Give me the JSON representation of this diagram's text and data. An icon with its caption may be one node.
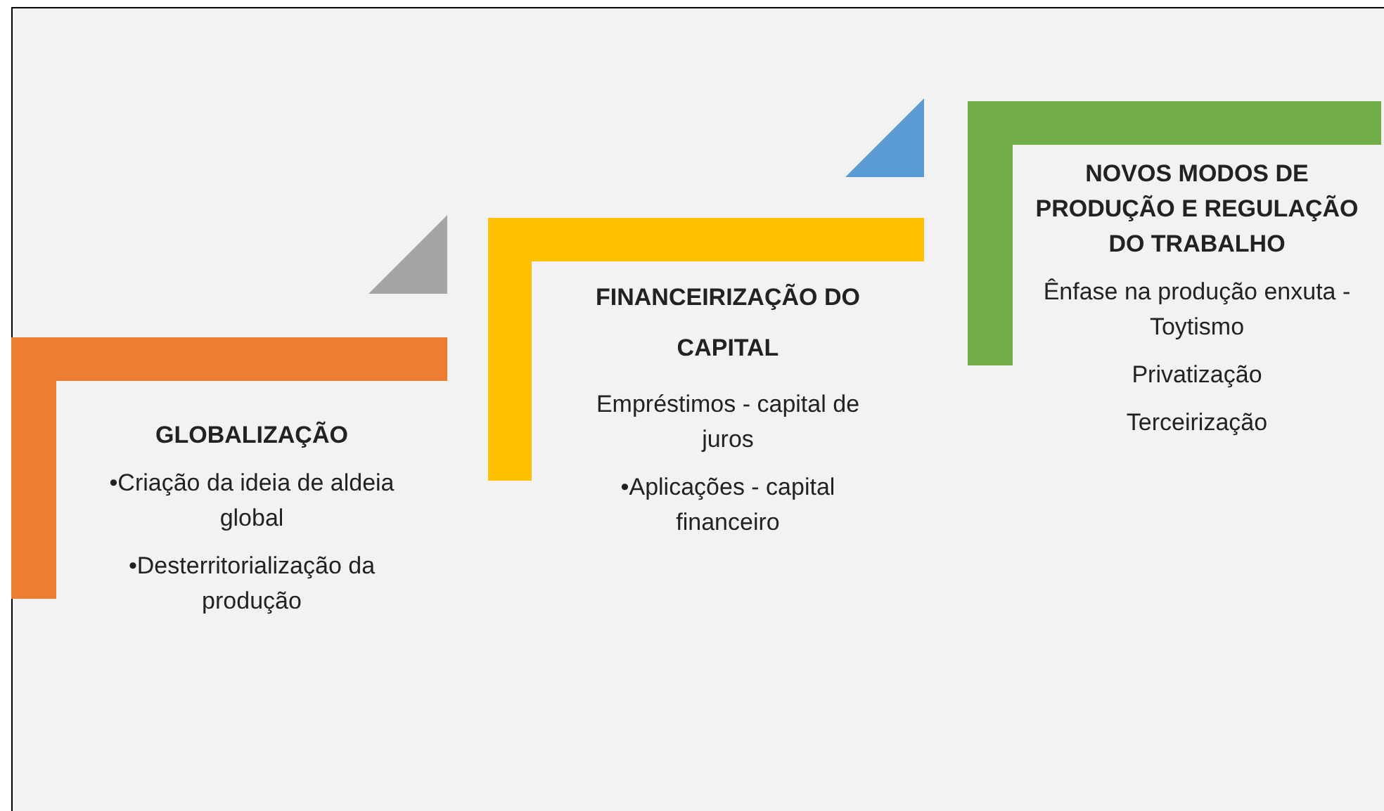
{
  "diagram": {
    "nodes": [
      {
        "text": [
          "GLOBALIZAÇÃO",
          "•Criação da ideia de aldeia global",
          "•Desterritorialização da produção"
        ]
      },
      {
        "text": [
          "FINANCEIRIZAÇÃO DO CAPITAL",
          "Empréstimos - capital de juros",
          "•Aplicações - capital financeiro"
        ]
      },
      {
        "text": [
          "NOVOS MODOS DE PRODUÇÃO E REGULAÇÃO DO TRABALHO",
          "Ênfase na produção enxuta - Toytismo",
          "Privatização",
          "Terceirização"
        ]
      }
    ]
  }
}
